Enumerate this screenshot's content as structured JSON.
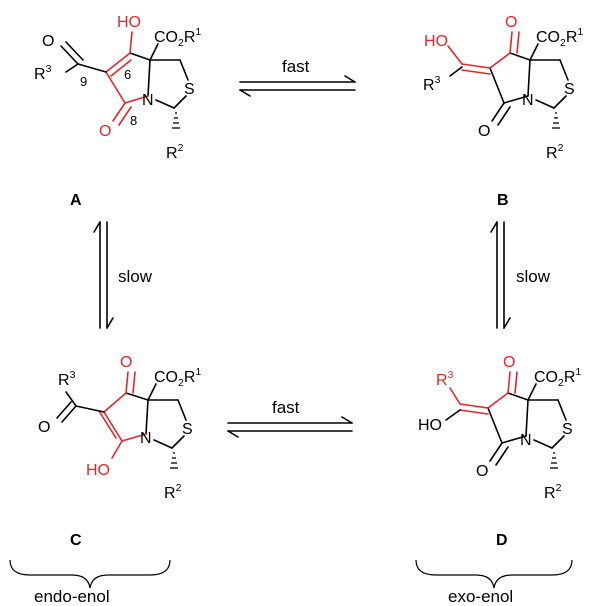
{
  "compounds": {
    "A": {
      "label": "A",
      "ester": "CO2R1",
      "r_substituent": "R2",
      "hydroxy": "HO",
      "acyl_r": "R3",
      "ring_n": "N",
      "ring_s": "S",
      "oxygen": "O",
      "pos_6": "6",
      "pos_8": "8",
      "pos_9": "9"
    },
    "B": {
      "label": "B",
      "ester": "CO2R1",
      "r_substituent": "R2",
      "hydroxy": "HO",
      "acyl_r": "R3",
      "ring_n": "N",
      "ring_s": "S",
      "oxygen": "O"
    },
    "C": {
      "label": "C",
      "ester": "CO2R1",
      "r_substituent": "R2",
      "hydroxy": "HO",
      "acyl_r": "R3",
      "ring_n": "N",
      "ring_s": "S",
      "oxygen": "O"
    },
    "D": {
      "label": "D",
      "ester": "CO2R1",
      "r_substituent": "R2",
      "hydroxy": "HO",
      "acyl_r": "R3",
      "ring_n": "N",
      "ring_s": "S",
      "oxygen": "O"
    }
  },
  "equilibria": {
    "top": "fast",
    "bottom": "fast",
    "left": "slow",
    "right": "slow"
  },
  "groups": {
    "left": "endo-enol",
    "right": "exo-enol"
  },
  "colors": {
    "highlight": "#e8262a",
    "default": "#000000"
  }
}
